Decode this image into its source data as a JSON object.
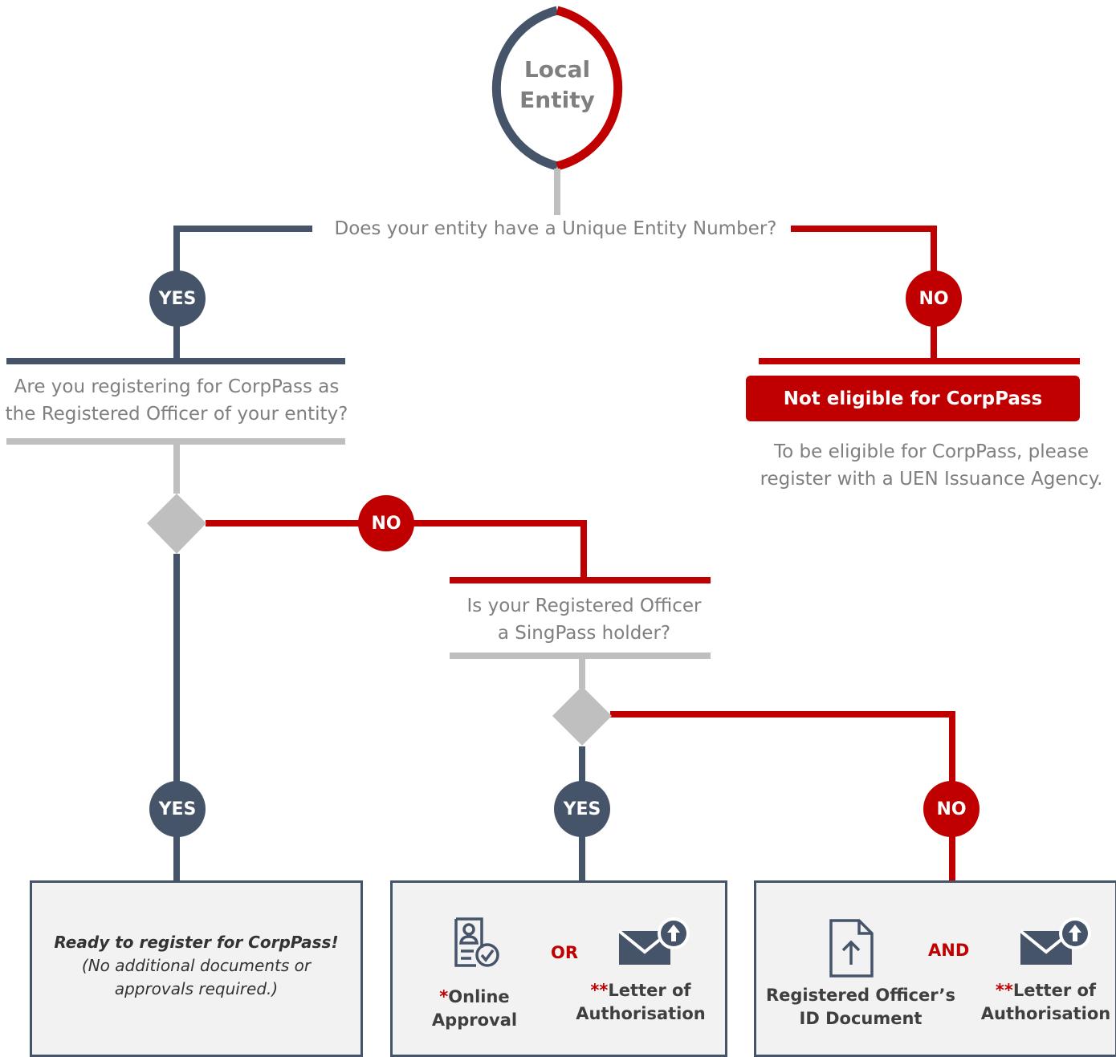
{
  "start": {
    "line1": "Local",
    "line2": "Entity"
  },
  "q1": {
    "text": "Does your entity have a Unique Entity Number?"
  },
  "q1_yes": "YES",
  "q1_no": "NO",
  "q2": {
    "line1": "Are you registering for CorpPass as",
    "line2": "the Registered Officer of your entity?"
  },
  "not_eligible": {
    "banner": "Not eligible for CorpPass",
    "line1": "To be eligible for CorpPass, please",
    "line2": "register with a UEN Issuance Agency."
  },
  "q2_no": "NO",
  "q3": {
    "line1": "Is your Registered Officer",
    "line2": "a SingPass holder?"
  },
  "q2_yes": "YES",
  "q3_yes": "YES",
  "q3_no": "NO",
  "outcome1": {
    "title": "Ready to register for CorpPass!",
    "line1": "(No additional documents or",
    "line2": "approvals required.)"
  },
  "outcome2": {
    "option1_mark": "*",
    "option1_line1": "Online",
    "option1_line2": "Approval",
    "conj": "OR",
    "option2_mark": "**",
    "option2_line1": "Letter of",
    "option2_line2": "Authorisation"
  },
  "outcome3": {
    "option1_line1": "Registered Officer’s",
    "option1_line2": "ID Document",
    "conj": "AND",
    "option2_mark": "**",
    "option2_line1": "Letter of",
    "option2_line2": "Authorisation"
  },
  "colors": {
    "yes": "#46546a",
    "no": "#c00000",
    "neutral": "#bfbfbf",
    "text": "#7f7f7f"
  }
}
